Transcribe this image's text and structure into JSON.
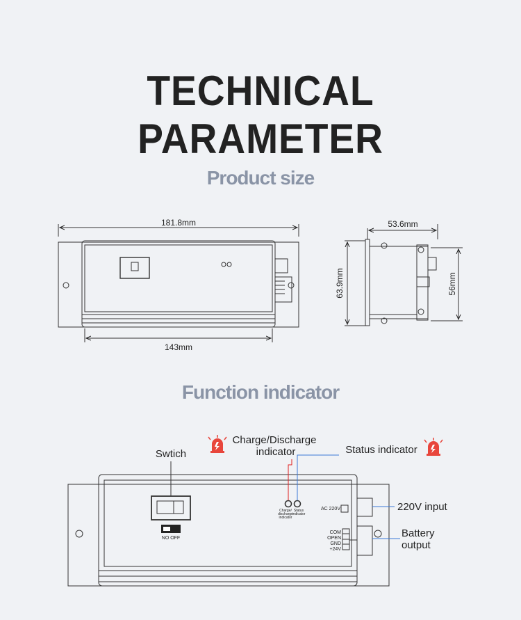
{
  "header": {
    "title": "TECHNICAL PARAMETER"
  },
  "product_size": {
    "title": "Product size",
    "front_width_top": "181.8mm",
    "front_width_bottom": "143mm",
    "side_depth": "53.6mm",
    "side_height_left": "63.9mm",
    "side_height_right": "56mm"
  },
  "function_indicator": {
    "title": "Function indicator",
    "switch_label": "Swtich",
    "switch_state": "NO OFF",
    "charge_label_line1": "Charge/Discharge",
    "charge_label_line2": "indicator",
    "status_label": "Status indicator",
    "charge_small_1": "Charge/",
    "charge_small_2": "discharge",
    "charge_small_3": "indicator",
    "status_small_1": "Status",
    "status_small_2": "indicator",
    "ac_small": "AC 220V",
    "input_label": "220V input",
    "battery_label_line1": "Battery",
    "battery_label_line2": "output",
    "terminals": [
      "COM",
      "OPEN",
      "GND",
      "+24V"
    ]
  },
  "colors": {
    "alarm_red": "#e8463c",
    "leader_red": "#e02020",
    "leader_blue": "#3a78d6",
    "title_grey": "#8a94a6"
  }
}
